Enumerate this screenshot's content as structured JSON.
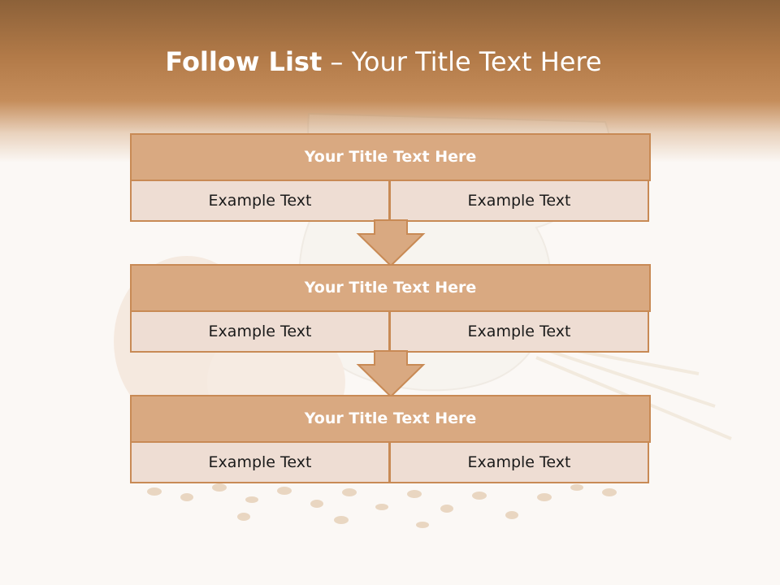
{
  "title": {
    "bold": "Follow List",
    "rest": " – Your Title Text Here"
  },
  "sections": [
    {
      "heading": "Your Title Text Here",
      "left": "Example Text",
      "right": "Example Text"
    },
    {
      "heading": "Your Title Text Here",
      "left": "Example Text",
      "right": "Example Text"
    },
    {
      "heading": "Your Title Text Here",
      "left": "Example Text",
      "right": "Example Text"
    }
  ],
  "colors": {
    "header": "#b27a48",
    "box_title_fill": "#d9a981",
    "box_cell_fill": "#eeddd3",
    "border": "#c88a55",
    "arrow_fill": "#d9a981"
  }
}
